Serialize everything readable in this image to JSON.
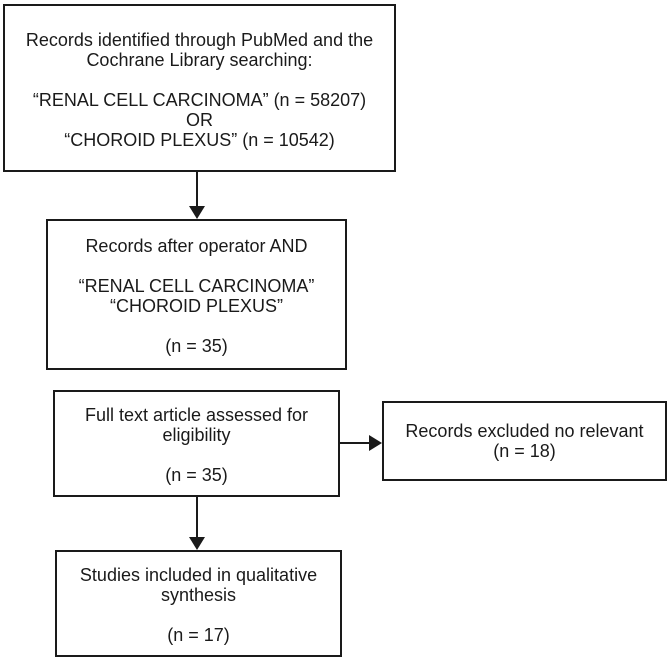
{
  "diagram": {
    "type": "flowchart",
    "colors": {
      "background": "#ffffff",
      "border": "#1a1a1a",
      "text": "#1a1a1a"
    },
    "nodes": {
      "identification": {
        "line1": "Records identified through PubMed and the",
        "line2": "Cochrane Library searching:",
        "line3": "“RENAL CELL CARCINOMA” (n = 58207)",
        "line4": "OR",
        "line5": "“CHOROID PLEXUS” (n = 10542)"
      },
      "after_and": {
        "line1": "Records after operator AND",
        "line2": "“RENAL CELL CARCINOMA”",
        "line3": "“CHOROID PLEXUS”",
        "line4": "(n = 35)"
      },
      "eligibility": {
        "line1": "Full text article assessed for",
        "line2": "eligibility",
        "line3": "(n = 35)"
      },
      "excluded": {
        "line1": "Records excluded no relevant",
        "line2": "(n = 18)"
      },
      "included": {
        "line1": "Studies included in qualitative",
        "line2": "synthesis",
        "line3": "(n = 17)"
      }
    }
  }
}
